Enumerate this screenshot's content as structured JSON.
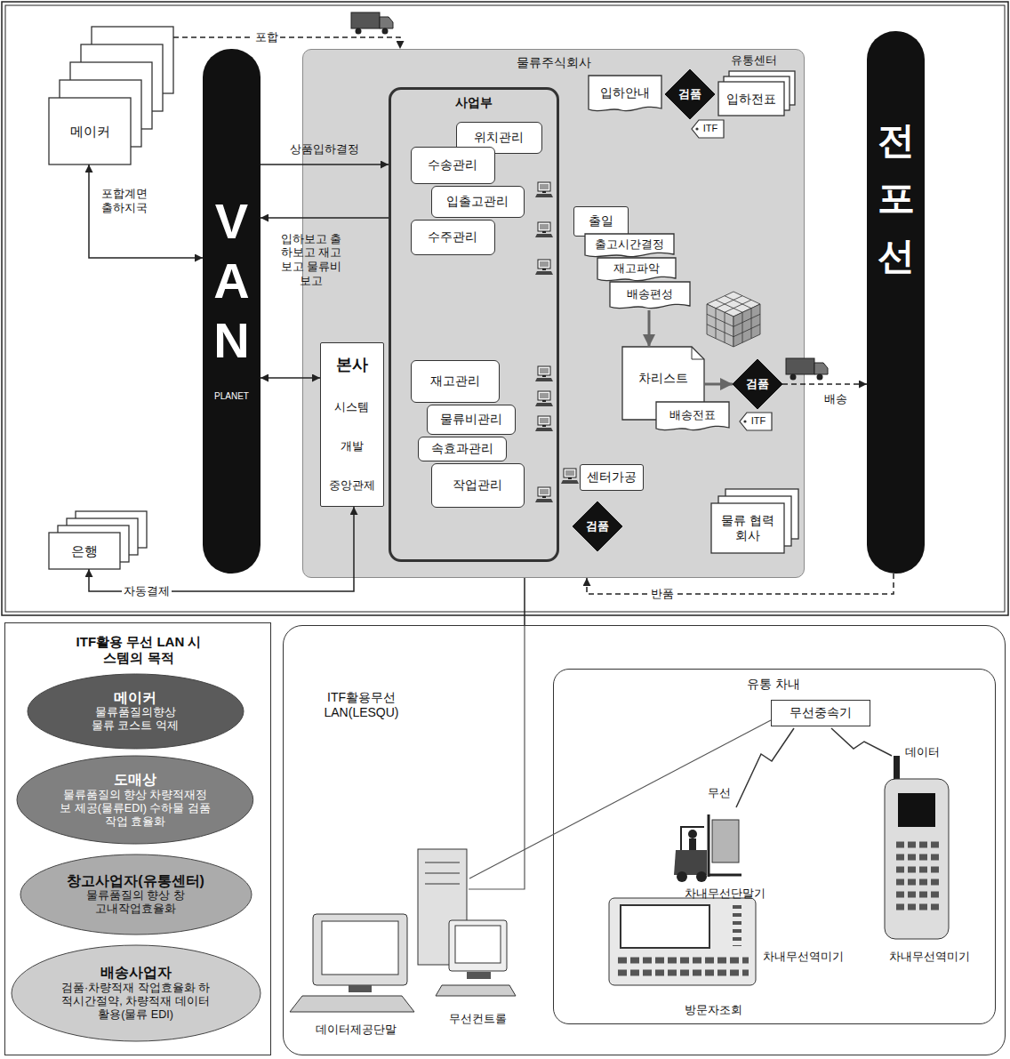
{
  "diagram": {
    "nodes": [
      {
        "text": [
          "메이커"
        ]
      },
      {
        "text": [
          "VAN",
          "PLANET"
        ]
      },
      {
        "text": [
          "물류주식회사"
        ]
      },
      {
        "text": [
          "사업부"
        ],
        "in": 2
      },
      {
        "text": [
          "위치관리"
        ],
        "in": 3
      },
      {
        "text": [
          "수송관리"
        ],
        "in": 3
      },
      {
        "text": [
          "입출고관리"
        ],
        "in": 3
      },
      {
        "text": [
          "수주관리"
        ],
        "in": 3
      },
      {
        "text": [
          "재고관리"
        ],
        "in": 3
      },
      {
        "text": [
          "물류비관리"
        ],
        "in": 3
      },
      {
        "text": [
          "속효과관리"
        ],
        "in": 3
      },
      {
        "text": [
          "작업관리"
        ],
        "in": 3
      },
      {
        "text": [
          "본사",
          "시스템",
          "개발",
          "중앙관제"
        ],
        "in": 2
      },
      {
        "text": [
          "입하안내"
        ],
        "in": 2
      },
      {
        "text": [
          "검품"
        ],
        "in": 2
      },
      {
        "text": [
          "입하전표"
        ],
        "in": 2
      },
      {
        "text": [
          "ITF"
        ],
        "in": 2
      },
      {
        "text": [
          "출일"
        ],
        "in": 2
      },
      {
        "text": [
          "출고시간결정"
        ],
        "in": 2
      },
      {
        "text": [
          "재고파악"
        ],
        "in": 2
      },
      {
        "text": [
          "배송편성"
        ],
        "in": 2
      },
      {
        "text": [
          "차리스트"
        ],
        "in": 2
      },
      {
        "text": [
          "배송전표"
        ],
        "in": 2
      },
      {
        "text": [
          "검품"
        ],
        "in": 2
      },
      {
        "text": [
          "ITF"
        ],
        "in": 2
      },
      {
        "text": [
          "센터가공"
        ],
        "in": 2
      },
      {
        "text": [
          "검품"
        ],
        "in": 2
      },
      {
        "text": [
          "물류 협력회사"
        ],
        "in": 2
      },
      {
        "text": [
          "은행"
        ]
      },
      {
        "text": [
          "전포선"
        ]
      },
      {
        "text": [
          "ITF활용 무선 LAN 시스템의 목적"
        ]
      },
      {
        "text": [
          "메이커",
          "물류품질의향상 물류 코스트 억제"
        ],
        "in": 30
      },
      {
        "text": [
          "도매상",
          "물류품질의 향상 차량적재정보 제공(물류EDI) 수하물 검품 작업 효율화"
        ],
        "in": 30
      },
      {
        "text": [
          "창고사업자(유통센터)",
          "물류품질의 향상 창고내작업효율화"
        ],
        "in": 30
      },
      {
        "text": [
          "배송사업자",
          "검품·차량적재 작업효율화 하적시간절약, 차량적재 데이터활용(물류 EDI)"
        ],
        "in": 30
      },
      {
        "text": [
          "ITF활용무선 LAN(LESQU)"
        ]
      },
      {
        "text": [
          "유통 차내"
        ],
        "in": 35
      },
      {
        "text": [
          "무선중속기"
        ],
        "in": 36
      }
    ],
    "edges": [
      {
        "from": 0,
        "to": 2,
        "label": "포합",
        "arrow": "to"
      },
      {
        "from": 0,
        "to": 1,
        "label": "포합계면 출하지국",
        "arrow": "both"
      },
      {
        "from": 1,
        "to": 3,
        "label": "상품입하결정",
        "arrow": "to"
      },
      {
        "from": 3,
        "to": 1,
        "label": "입하보고 출하보고 재고보고 물류비보고",
        "arrow": "to"
      },
      {
        "from": 1,
        "to": 12,
        "arrow": "both"
      },
      {
        "from": 28,
        "to": 12,
        "label": "자동결제",
        "arrow": "both"
      },
      {
        "from": 20,
        "to": 21,
        "arrow": "to"
      },
      {
        "from": 21,
        "to": 23,
        "arrow": "to"
      },
      {
        "from": 23,
        "to": 29,
        "label": "배송",
        "arrow": "to"
      },
      {
        "from": 29,
        "to": 2,
        "label": "반품",
        "arrow": "to"
      },
      {
        "from": 2,
        "to": 35,
        "arrow": "none"
      }
    ],
    "labels": [
      "유통센터",
      "무선",
      "데이터",
      "차내무선단말기",
      "차내무선역미기",
      "차내무선역미기",
      "방문자조회",
      "데이터제공단말",
      "무선컨트롤"
    ]
  }
}
